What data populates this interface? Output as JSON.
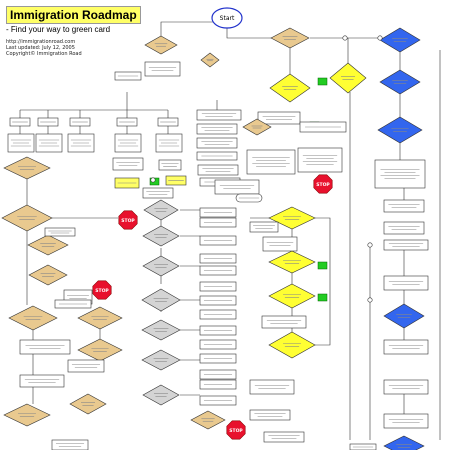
{
  "header": {
    "title": "Immigration Roadmap",
    "subtitle": "- Find your way to green card",
    "meta_lines": [
      "http://immigrationroad.com",
      "Last updated: July 12, 2005",
      "Copyright© Immigration Road"
    ]
  },
  "start": {
    "label": "Start"
  },
  "colors": {
    "question_fill": "#e9c98f",
    "gray_fill": "#d4d4d4",
    "yellow_fill": "#ffff33",
    "blue_fill": "#3366ee",
    "stop_fill": "#e8112d",
    "process_fill": "#ffffff",
    "green_fill": "#22cc22",
    "line": "#333333"
  },
  "stop_label": "STOP"
}
